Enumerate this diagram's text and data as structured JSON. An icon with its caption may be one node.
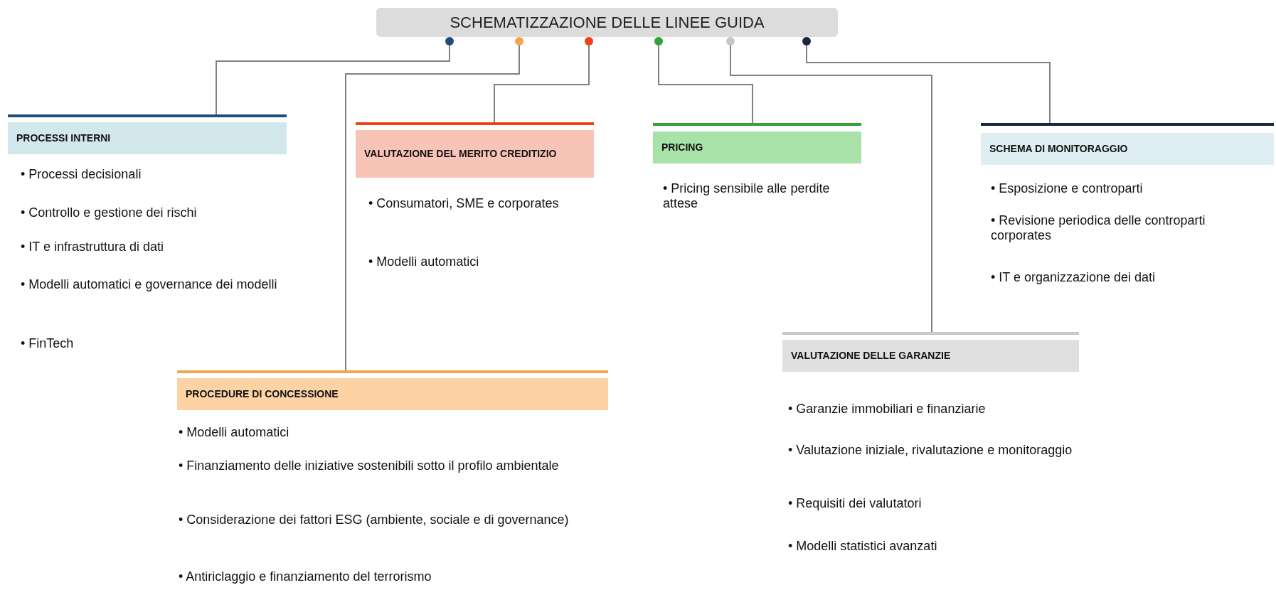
{
  "diagram": {
    "nodes": [
      {
        "text": [
          "SCHEMATIZZAZIONE DELLE LINEE GUIDA"
        ]
      },
      {
        "text": [
          "PROCESSI INTERNI",
          "• Processi decisionali",
          "• Controllo e gestione dei rischi",
          "• IT e infrastruttura di dati",
          "• Modelli automatici e governance dei modelli",
          "• FinTech"
        ]
      },
      {
        "text": [
          "VALUTAZIONE DEL MERITO CREDITIZIO",
          "• Consumatori, SME e corporates",
          "• Modelli automatici"
        ]
      },
      {
        "text": [
          "PRICING",
          "• Pricing sensibile alle perdite attese"
        ]
      },
      {
        "text": [
          "SCHEMA DI MONITORAGGIO",
          "• Esposizione e controparti",
          "• Revisione periodica delle controparti corporates",
          "• IT e organizzazione dei dati"
        ]
      },
      {
        "text": [
          "PROCEDURE DI CONCESSIONE",
          "• Modelli automatici",
          "• Finanziamento delle iniziative sostenibili sotto il profilo ambientale",
          "• Considerazione dei fattori ESG (ambiente, sociale e di governance)",
          "• Antiriclaggio e finanziamento del terrorismo"
        ]
      },
      {
        "text": [
          "VALUTAZIONE DELLE GARANZIE",
          "• Garanzie immobiliari e finanziarie",
          "• Valutazione iniziale, rivalutazione e monitoraggio",
          "• Requisiti dei valutatori",
          "• Modelli statistici avanzati"
        ]
      }
    ],
    "edges": [
      {
        "from": 0,
        "to": 1,
        "arrow": "other"
      },
      {
        "from": 0,
        "to": 5,
        "arrow": "other"
      },
      {
        "from": 0,
        "to": 2,
        "arrow": "other"
      },
      {
        "from": 0,
        "to": 3,
        "arrow": "other"
      },
      {
        "from": 0,
        "to": 6,
        "arrow": "other"
      },
      {
        "from": 0,
        "to": 4,
        "arrow": "other"
      }
    ]
  }
}
